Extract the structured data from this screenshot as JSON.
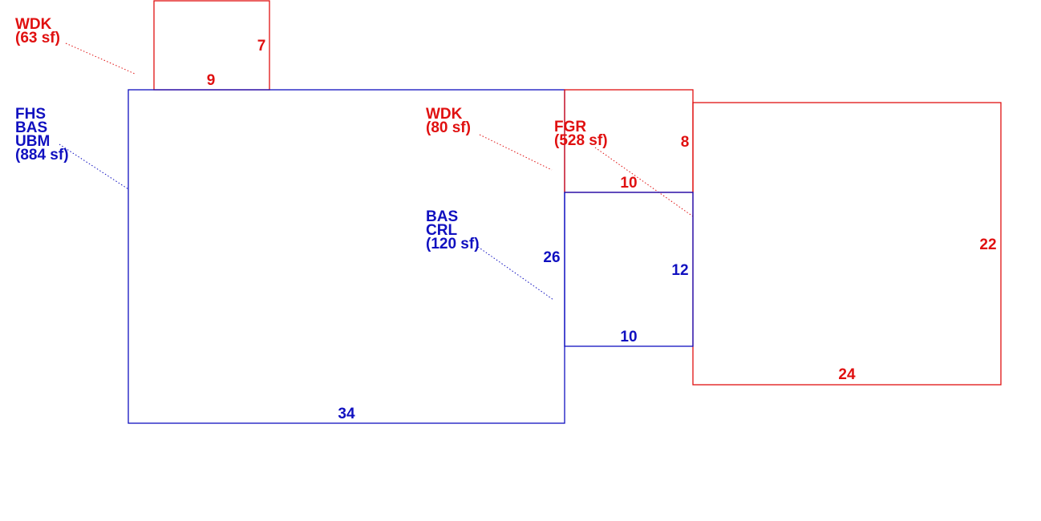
{
  "colors": {
    "main": "#1010c0",
    "addition": "#e01010",
    "background": "#ffffff"
  },
  "areas": {
    "wdk_top": {
      "codes": [
        "WDK"
      ],
      "area": "(63 sf)",
      "dims": {
        "side": "7",
        "bottom": "9"
      }
    },
    "main_house": {
      "codes": [
        "FHS",
        "BAS",
        "UBM"
      ],
      "area": "(884 sf)",
      "dims": {
        "side": "26",
        "bottom": "34"
      }
    },
    "wdk_right": {
      "codes": [
        "WDK"
      ],
      "area": "(80 sf)",
      "dims": {
        "side": "8",
        "bottom": "10"
      }
    },
    "fgr": {
      "codes": [
        "FGR"
      ],
      "area": "(528 sf)",
      "dims": {
        "side": "22",
        "bottom": "24"
      }
    },
    "crl": {
      "codes": [
        "BAS",
        "CRL"
      ],
      "area": "(120 sf)",
      "dims": {
        "side": "12",
        "bottom": "10"
      }
    }
  }
}
